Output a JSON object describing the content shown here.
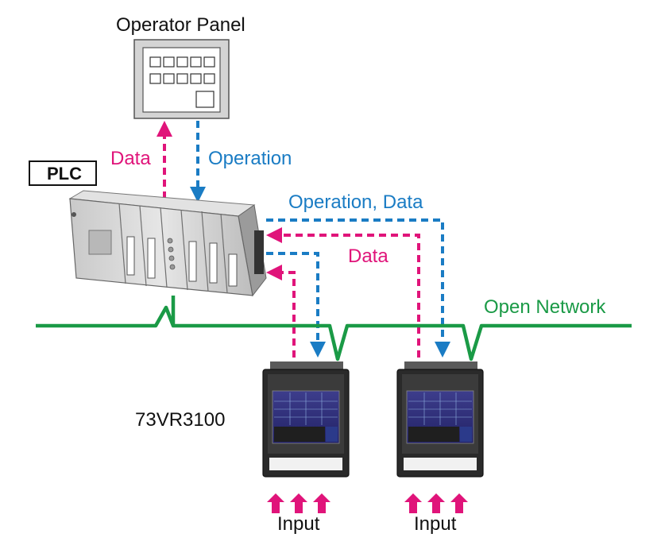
{
  "labels": {
    "operator_panel": "Operator Panel",
    "plc": "PLC",
    "data_upper": "Data",
    "operation_upper": "Operation",
    "operation_data": "Operation, Data",
    "data_lower": "Data",
    "open_network": "Open Network",
    "recorder_model": "73VR3100",
    "input_left": "Input",
    "input_right": "Input"
  },
  "colors": {
    "data_flow": "#e0147a",
    "operation_flow": "#1a7cc4",
    "network": "#1a9a46",
    "device_gray": "#d6d6d6"
  }
}
